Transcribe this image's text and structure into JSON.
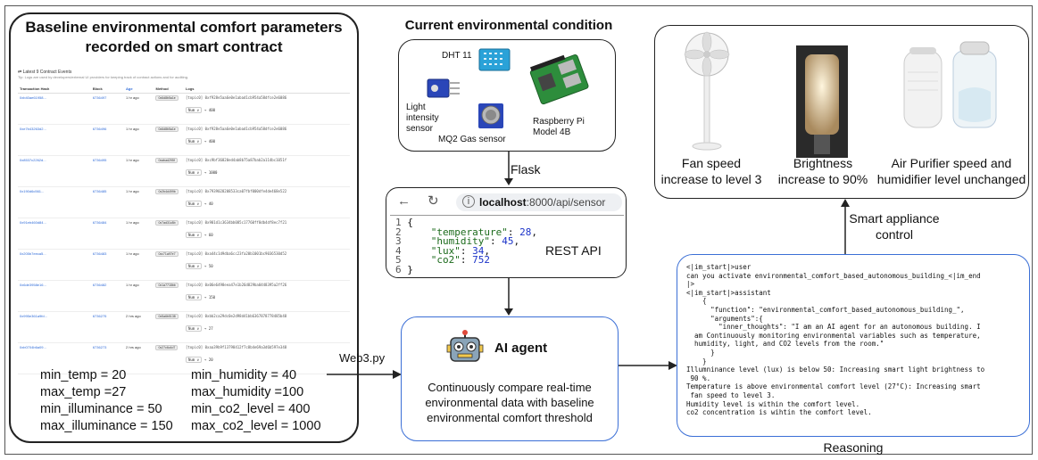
{
  "left_panel": {
    "title": "Baseline environmental comfort parameters recorded on smart contract",
    "events_header": "Latest 9 Contract Events",
    "events_tip": "Tip: Logs are used by developers/external UI providers for keeping track of contract actions and for auditing.",
    "columns": [
      "Transaction Hash",
      "Block",
      "Age",
      "Method",
      "Logs"
    ],
    "events": [
      {
        "hash": "0xb40ae61958...",
        "block": "6736497",
        "age": "1 hr ago",
        "method": "0x6d8b5a1e",
        "topic": "[topic0] 0xf928e5aa6e0e1abad1cb954a58dfce2e6086",
        "value": "400"
      },
      {
        "hash": "0xe7b43263d2...",
        "block": "6736496",
        "age": "1 hr ago",
        "method": "0x6d8b5a1e",
        "topic": "[topic0] 0xf928e5aa6e0e1abad1cb954a58dfce2e6086",
        "value": "400"
      },
      {
        "hash": "0x8537c2262d...",
        "block": "6736495",
        "age": "1 hr ago",
        "method": "0xabad295f",
        "topic": "[topic0] 0xc9bf36820ed4ab8b75a87bab2a114bc1051f",
        "value": "1000"
      },
      {
        "hash": "0x190d6c561...",
        "block": "6736485",
        "age": "1 hr ago",
        "method": "0x2b4d499b",
        "topic": "[topic0] 0x7939028208533ca07fbf000dfe4de468e522",
        "value": "40"
      },
      {
        "hash": "0x91eb460d84...",
        "block": "6736484",
        "age": "1 hr ago",
        "method": "0x7ad31c8b",
        "topic": "[topic0] 0x901d1c3634bb085c17760ff8db4df8ec7f21",
        "value": "60"
      },
      {
        "hash": "0x205b7eeca5...",
        "block": "6736483",
        "age": "1 hr ago",
        "method": "0xc71a97e7",
        "topic": "[topic0] 0xa44c1d9dba6cc23fa20b1001bc9036530d52",
        "value": "50"
      },
      {
        "hash": "0x6de3958e16...",
        "block": "6736482",
        "age": "1 hr ago",
        "method": "0x1a7718bb",
        "topic": "[topic0] 0x06e6498eea47e1b26d829ba0448395a2ff26",
        "value": "150"
      },
      {
        "hash": "0x995e361a9fd...",
        "block": "6736275",
        "age": "2 hrs ago",
        "method": "0x5a6b5138",
        "topic": "[topic0] 0xbb2ca29dc0e2d98d41bb6367878778485b48",
        "value": "27"
      },
      {
        "hash": "0xb0704b6a09...",
        "block": "6736273",
        "age": "2 hrs ago",
        "method": "0x27c6c4d7",
        "topic": "[topic0] 0xaa39b9f13798412f7c8b4e69a3d6b597e348",
        "value": "20"
      }
    ],
    "num_select": "Num ∨",
    "params_left": [
      "min_temp = 20",
      "max_temp =27",
      "min_illuminance = 50",
      "max_illuminance = 150"
    ],
    "params_right": [
      "min_humidity = 40",
      "max_humidity =100",
      "min_co2_level = 400",
      "max_co2_level = 1000"
    ]
  },
  "middle": {
    "title": "Current environmental condition",
    "sensors": {
      "dht": "DHT 11",
      "light": "Light intensity sensor",
      "mq2": "MQ2 Gas sensor",
      "pi": "Raspberry Pi Model 4B"
    },
    "flask_label": "Flask",
    "browser": {
      "url_host": "localhost",
      "url_rest": ":8000/api/sensor"
    },
    "json_lines": [
      {
        "n": "1",
        "text": "{"
      },
      {
        "n": "2",
        "key": "\"temperature\"",
        "val": "28",
        "end": ","
      },
      {
        "n": "3",
        "key": "\"humidity\"",
        "val": "45",
        "end": ","
      },
      {
        "n": "4",
        "key": "\"lux\"",
        "val": "34",
        "end": ","
      },
      {
        "n": "5",
        "key": "\"co2\"",
        "val": "752",
        "end": ""
      },
      {
        "n": "6",
        "text": "}"
      }
    ],
    "rest_label": "REST API",
    "web3_label": "Web3.py",
    "ai_title": "AI agent",
    "ai_desc": "Continuously compare real-time environmental data with baseline environmental comfort threshold"
  },
  "right": {
    "appliances": [
      {
        "label": "Fan speed increase to level 3"
      },
      {
        "label": "Brightness increase to 90%"
      },
      {
        "label": "Air Purifier speed and humidifier level unchanged"
      }
    ],
    "control_label": "Smart appliance control",
    "reasoning_label": "Reasoning",
    "reasoning_lines": [
      "<|im_start|>user",
      "can you activate environmental_comfort_based_autonomous_building_<|im_end",
      "|>",
      "<|im_start|>assistant",
      "    {",
      "      \"function\": \"environmental_comfort_based_autonomous_building_\",",
      "      \"arguments\":{",
      "        \"inner_thoughts\": \"I am an AI agent for an autonomous building. I",
      "  am Continuously monitoring environmental variables such as temperature,",
      "  humidity, light, and CO2 levels from the room.\"",
      "      }",
      "    }",
      "Illumninance level (lux) is below 50: Increasing smart light brightness to",
      " 90 %.",
      "Temperature is above environmental comfort level (27°C): Increasing smart",
      " fan speed to level 3.",
      "Humidity level is within the comfort level.",
      "co2 concentration is wihtin the comfort level."
    ]
  },
  "colors": {
    "agent_border": "#3b6fd6",
    "link": "#2f6bd8",
    "number": "#1a32c8",
    "string": "#1c6b1c"
  }
}
